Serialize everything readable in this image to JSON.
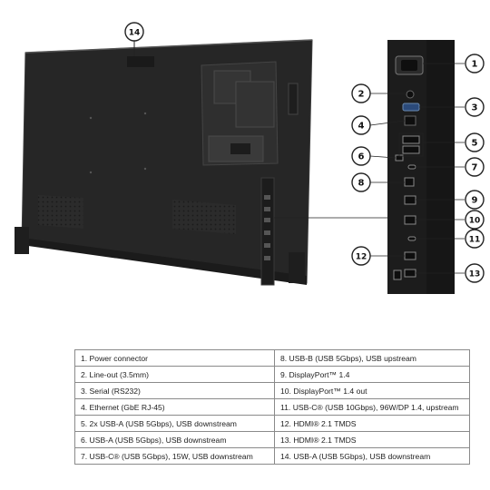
{
  "callouts": [
    {
      "num": "1"
    },
    {
      "num": "2"
    },
    {
      "num": "3"
    },
    {
      "num": "4"
    },
    {
      "num": "5"
    },
    {
      "num": "6"
    },
    {
      "num": "7"
    },
    {
      "num": "8"
    },
    {
      "num": "9"
    },
    {
      "num": "10"
    },
    {
      "num": "11"
    },
    {
      "num": "12"
    },
    {
      "num": "13"
    },
    {
      "num": "14"
    }
  ],
  "legend": {
    "left": [
      "1.   Power connector",
      "2.  Line-out (3.5mm)",
      "3.  Serial (RS232)",
      "4.  Ethernet (GbE RJ-45)",
      "5.  2x USB-A (USB 5Gbps), USB downstream",
      "6.  USB-A (USB 5Gbps), USB downstream",
      "7.  USB-C® (USB 5Gbps), 15W, USB downstream"
    ],
    "right": [
      "8.  USB-B (USB 5Gbps), USB upstream",
      "9.  DisplayPort™ 1.4",
      "10. DisplayPort™ 1.4 out",
      "11.  USB-C® (USB 10Gbps), 96W/DP 1.4, upstream",
      "12. HDMI® 2.1 TMDS",
      "13. HDMI® 2.1 TMDS",
      "14. USB-A (USB 5Gbps), USB downstream"
    ]
  }
}
